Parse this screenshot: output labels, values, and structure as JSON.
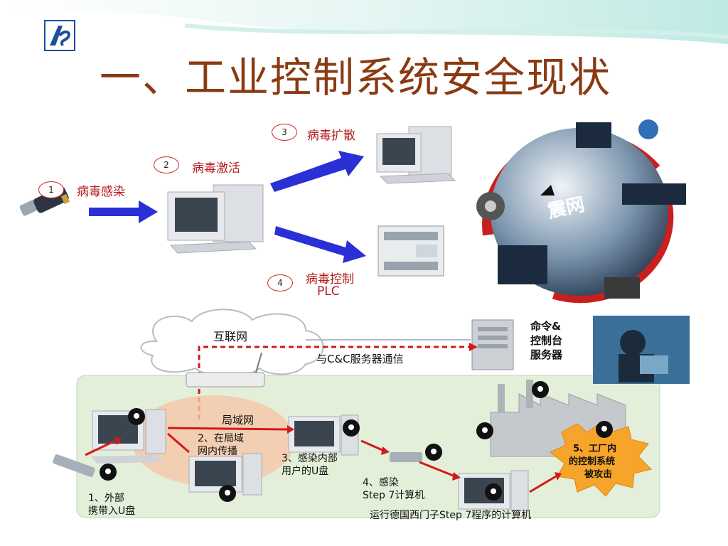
{
  "slide": {
    "title": "一、工业控制系统安全现状"
  },
  "top_diagram": {
    "steps": [
      {
        "number": "1",
        "label": "病毒感染"
      },
      {
        "number": "2",
        "label": "病毒激活"
      },
      {
        "number": "3",
        "label": "病毒扩散"
      },
      {
        "number": "4",
        "label_line1": "病毒控制",
        "label_line2": "PLC"
      }
    ],
    "globe_brand": "震网"
  },
  "bottom_diagram": {
    "cloud_label": "互联网",
    "cc_comm_label": "与C&C服务器通信",
    "server_label_lines": [
      "命令&",
      "控制台",
      "服务器"
    ],
    "lan_label": "局域网",
    "step1_lines": [
      "1、外部",
      "携带入U盘"
    ],
    "step2_lines": [
      "2、在局域",
      "网内传播"
    ],
    "step3_lines": [
      "3、感染内部",
      "用户的U盘"
    ],
    "step4_lines": [
      "4、感染",
      "Step 7计算机"
    ],
    "step5_lines": [
      "5、工厂内",
      "的控制系统",
      "被攻击"
    ],
    "footer_label": "运行德国西门子Step 7程序的计算机"
  },
  "colors": {
    "title": "#8a3a12",
    "step_label": "#b51a1a",
    "arrow_blue": "#2a2fd6",
    "dashed_red": "#d21a1a",
    "lan_bg": "#e3efd9",
    "burst": "#f6a52a"
  }
}
